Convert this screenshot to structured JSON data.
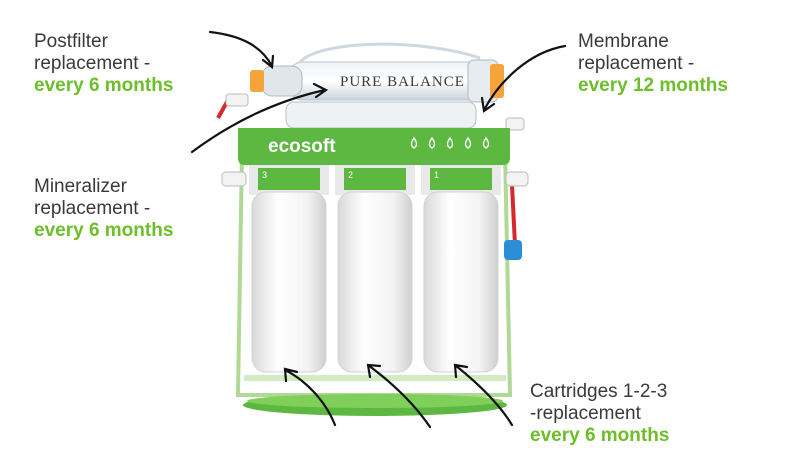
{
  "brand": {
    "logo_text": "ecosoft",
    "membrane_text": "PURE BALANCE"
  },
  "housing_numbers": [
    "3",
    "2",
    "1"
  ],
  "callouts": {
    "postfilter": {
      "line1": "Postfilter",
      "line2": "replacement -",
      "highlight": "every 6 months"
    },
    "membrane": {
      "line1": "Membrane",
      "line2": "replacement -",
      "highlight": "every 12 months"
    },
    "mineralizer": {
      "line1": "Mineralizer",
      "line2": "replacement -",
      "highlight": "every 6 months"
    },
    "cartridges": {
      "line1": "Cartridges 1-2-3",
      "line2": "-replacement",
      "highlight": "every 6 months"
    }
  },
  "colors": {
    "accent_green": "#6cbf2a",
    "text_dark": "#3a3a3a",
    "panel_green": "#5cb840",
    "tube_red": "#d9282d"
  }
}
